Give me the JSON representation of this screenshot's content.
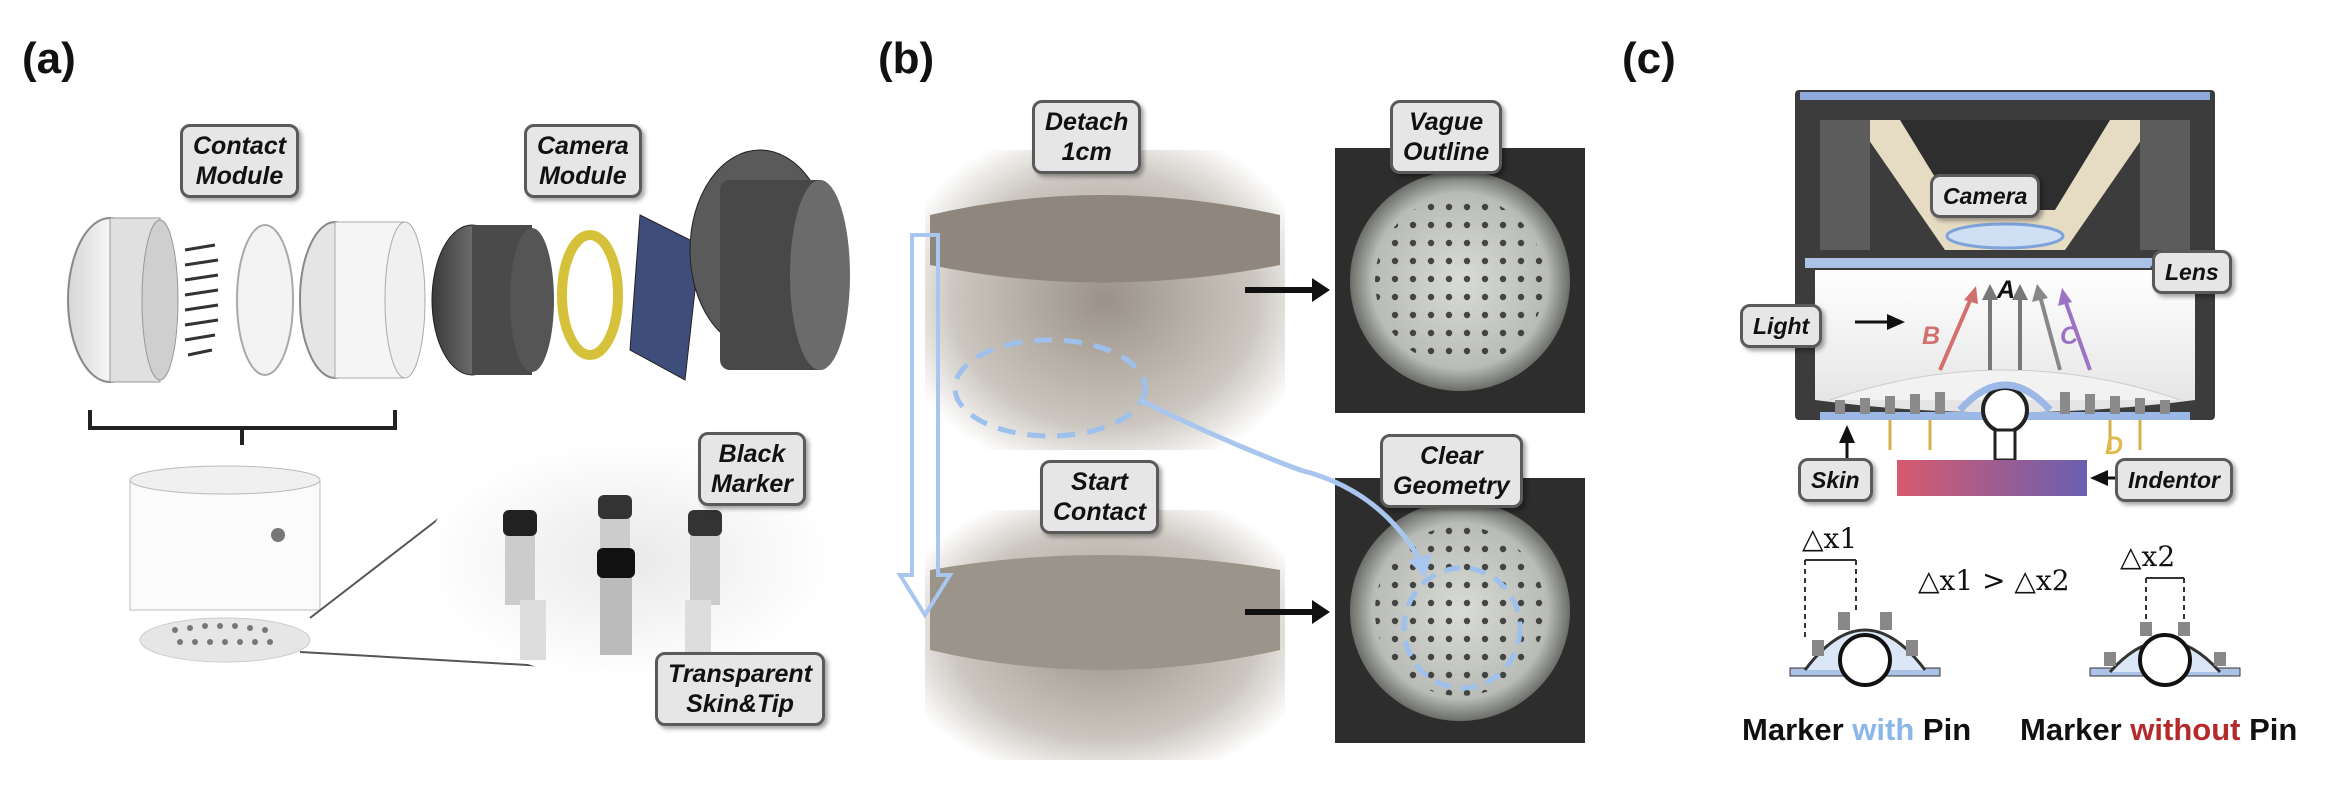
{
  "panels": {
    "a": "(a)",
    "b": "(b)",
    "c": "(c)"
  },
  "panel_a": {
    "contact_module": [
      "Contact",
      "Module"
    ],
    "camera_module": [
      "Camera",
      "Module"
    ],
    "black_marker": [
      "Black",
      "Marker"
    ],
    "transparent_skin": [
      "Transparent",
      "Skin&Tip"
    ]
  },
  "panel_b": {
    "detach": [
      "Detach",
      "1cm"
    ],
    "start_contact": [
      "Start",
      "Contact"
    ],
    "vague_outline": [
      "Vague",
      "Outline"
    ],
    "clear_geometry": [
      "Clear",
      "Geometry"
    ]
  },
  "panel_c": {
    "camera": "Camera",
    "lens": "Lens",
    "light": "Light",
    "skin": "Skin",
    "indentor": "Indentor",
    "rays": {
      "a": "A",
      "b": "B",
      "c": "C",
      "d": "D"
    },
    "dx1": "△x1",
    "dx2": "△x2",
    "inequality": "△x1 > △x2",
    "caption_left": {
      "prefix": "Marker ",
      "highlight": "with",
      "suffix": " Pin"
    },
    "caption_right": {
      "prefix": "Marker ",
      "highlight": "without",
      "suffix": " Pin"
    }
  },
  "colors": {
    "blue_arrow": "#a9c6ee",
    "red_text": "#b52a2a",
    "indentor_start": "#d85a6e",
    "indentor_end": "#6a5fb0"
  }
}
